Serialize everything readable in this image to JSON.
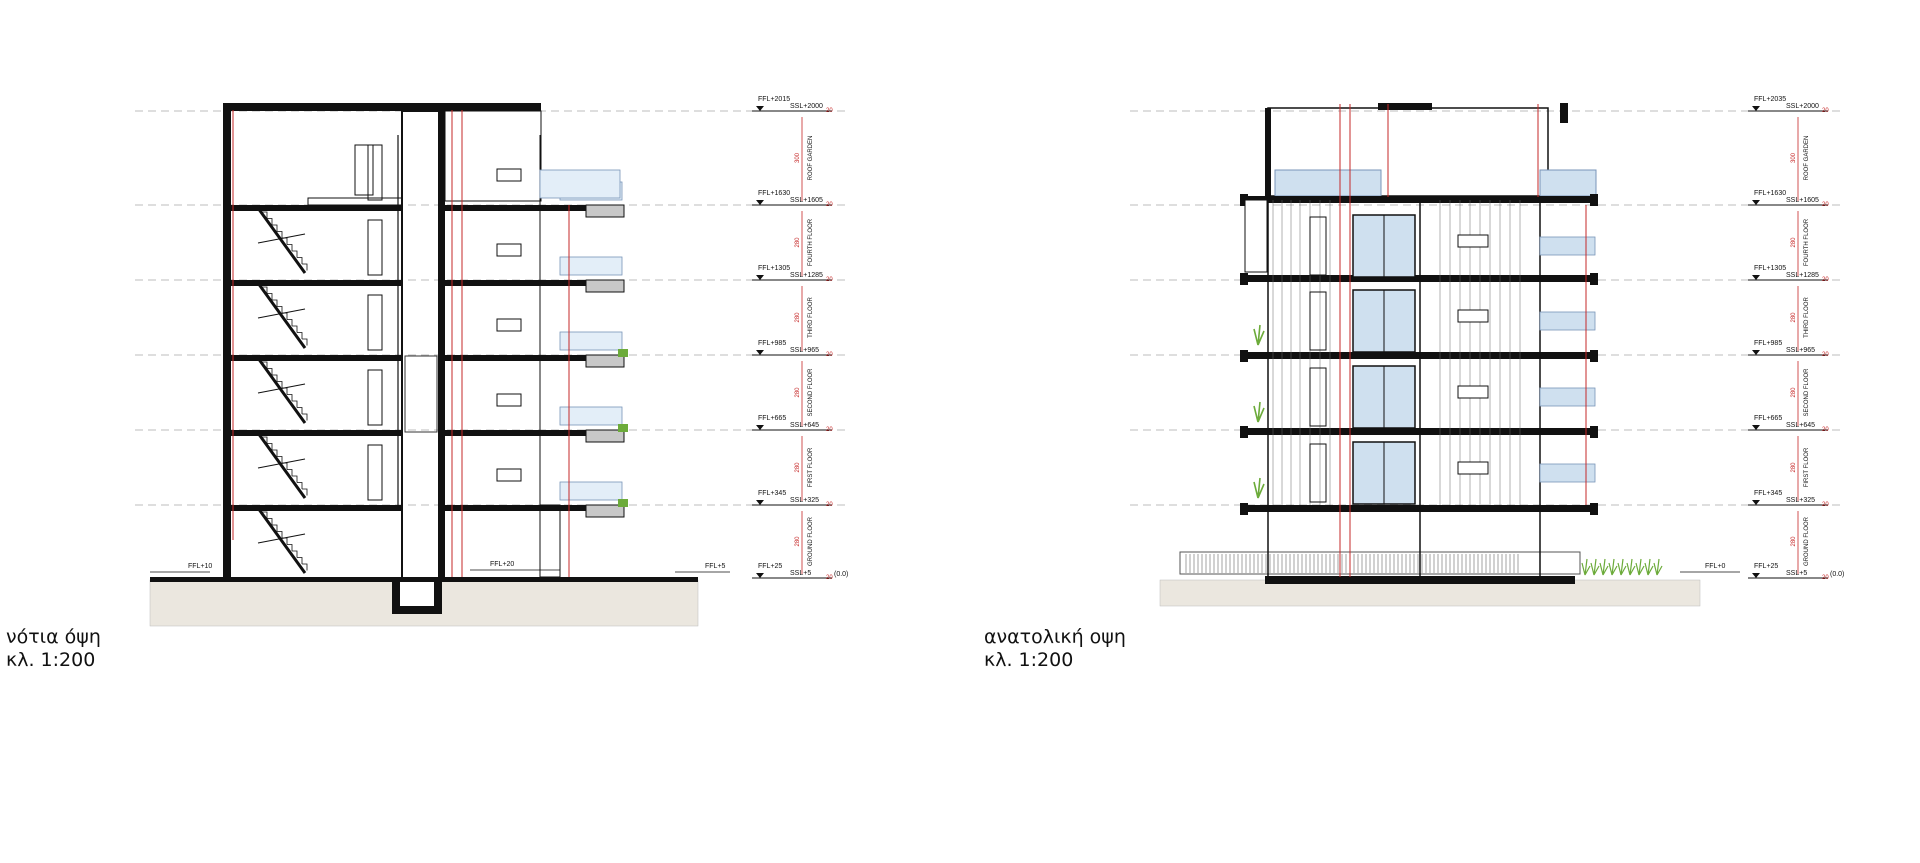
{
  "captions": {
    "left": {
      "title": "νότια όψη",
      "scale": "κλ. 1:200"
    },
    "right": {
      "title": "ανατολική οψη",
      "scale": "κλ. 1:200"
    }
  },
  "levels": {
    "left": [
      {
        "ffl": "FFL+2015",
        "ssl": "SSL+2000",
        "floor": "ROOF GARDEN",
        "h": "300"
      },
      {
        "ffl": "FFL+1630",
        "ssl": "SSL+1605",
        "floor": "FOURTH FLOOR",
        "h": "280"
      },
      {
        "ffl": "FFL+1305",
        "ssl": "SSL+1285",
        "floor": "THIRD FLOOR",
        "h": "280"
      },
      {
        "ffl": "FFL+985",
        "ssl": "SSL+965",
        "floor": "SECOND FLOOR",
        "h": "280"
      },
      {
        "ffl": "FFL+665",
        "ssl": "SSL+645",
        "floor": "FIRST FLOOR",
        "h": "280"
      },
      {
        "ffl": "FFL+345",
        "ssl": "SSL+325",
        "floor": "GROUND FLOOR",
        "h": "280"
      },
      {
        "ffl": "FFL+25",
        "ssl": "SSL+5",
        "extra": "(0.0)"
      }
    ],
    "right": [
      {
        "ffl": "FFL+2035",
        "ssl": "SSL+2000",
        "floor": "ROOF GARDEN",
        "h": "300"
      },
      {
        "ffl": "FFL+1630",
        "ssl": "SSL+1605",
        "floor": "FOURTH FLOOR",
        "h": "280"
      },
      {
        "ffl": "FFL+1305",
        "ssl": "SSL+1285",
        "floor": "THIRD FLOOR",
        "h": "280"
      },
      {
        "ffl": "FFL+985",
        "ssl": "SSL+965",
        "floor": "SECOND FLOOR",
        "h": "280"
      },
      {
        "ffl": "FFL+665",
        "ssl": "SSL+645",
        "floor": "FIRST FLOOR",
        "h": "280"
      },
      {
        "ffl": "FFL+345",
        "ssl": "SSL+325",
        "floor": "GROUND FLOOR",
        "h": "280"
      },
      {
        "ffl": "FFL+25",
        "ssl": "SSL+5",
        "extra": "(0.0)"
      }
    ]
  },
  "ground_marks": {
    "left": [
      "FFL+10",
      "FFL+20",
      "FFL+5"
    ],
    "right": [
      "FFL+0"
    ]
  },
  "dim": "20",
  "colors": {
    "line": "#1a1a1a",
    "red": "#c62828",
    "glass": "#9fb8d6",
    "green": "#6cab3a",
    "ground": "#e8e4dc",
    "dash": "#9a9a9a"
  }
}
